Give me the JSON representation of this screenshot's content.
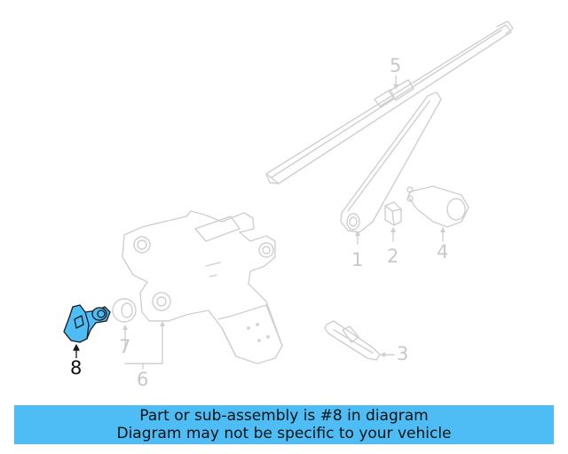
{
  "diagram": {
    "highlight_color": "#4fbdf5",
    "line_color": "#cfcfcf",
    "callouts": [
      {
        "number": "1",
        "part": "wiper-arm"
      },
      {
        "number": "2",
        "part": "nut"
      },
      {
        "number": "3",
        "part": "washer-nozzle"
      },
      {
        "number": "4",
        "part": "arm-cover"
      },
      {
        "number": "5",
        "part": "wiper-blade"
      },
      {
        "number": "6",
        "part": "wiper-motor"
      },
      {
        "number": "7",
        "part": "grommet"
      },
      {
        "number": "8",
        "part": "connector",
        "highlighted": true
      }
    ]
  },
  "banner": {
    "line1": "Part or sub-assembly is #8 in diagram",
    "line2": "Diagram may not be specific to your vehicle",
    "background": "#4fbdf5"
  }
}
